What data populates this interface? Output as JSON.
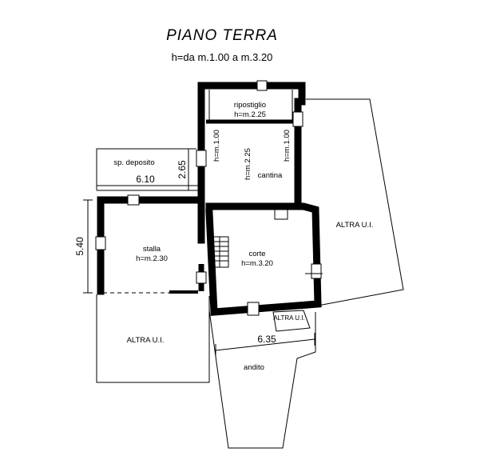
{
  "header": {
    "title": "PIANO TERRA",
    "subtitle": "h=da m.1.00 a m.3.20"
  },
  "rooms": {
    "ripostiglio": {
      "name": "ripostiglio",
      "height": "h=m.2.25"
    },
    "cantina": {
      "name": "cantina",
      "h_left": "h=m.1.00",
      "h_center": "h=m.2.25",
      "h_right": "h=m.1.00"
    },
    "deposito": {
      "name": "sp. deposito"
    },
    "stalla": {
      "name": "stalla",
      "height": "h=m.2.30"
    },
    "corte": {
      "name": "corte",
      "height": "h=m.3.20"
    },
    "altra_right": {
      "name": "ALTRA U.I."
    },
    "altra_left": {
      "name": "ALTRA U.I."
    },
    "altra_small": {
      "name": "ALTRA U.I."
    },
    "andito": {
      "name": "andito"
    }
  },
  "dimensions": {
    "d610": "6.10",
    "d265": "2.65",
    "d540": "5.40",
    "d635": "6.35"
  }
}
